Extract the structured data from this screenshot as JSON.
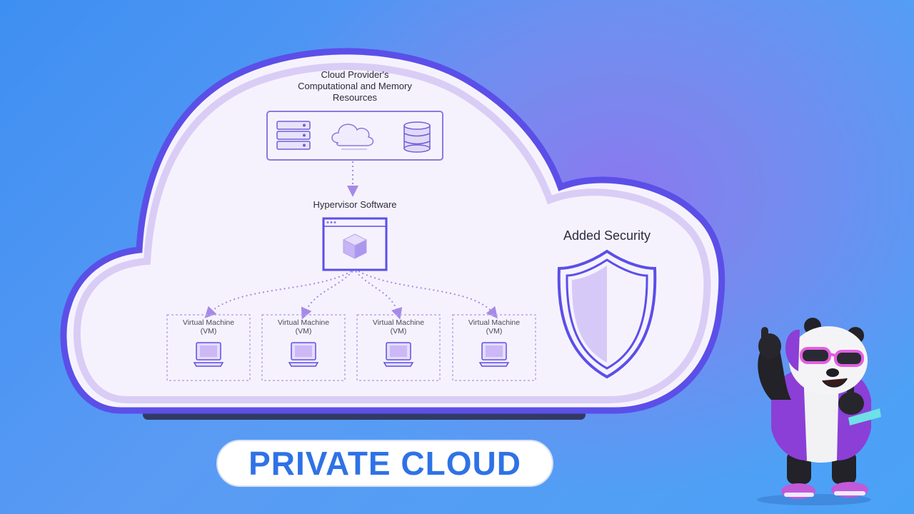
{
  "diagram": {
    "top_node": {
      "label": "Cloud Provider's\nComputational and Memory\nResources",
      "icons": [
        "server-rack-icon",
        "cloud-icon",
        "database-icon"
      ]
    },
    "hypervisor": {
      "label": "Hypervisor Software",
      "icon": "cube-icon"
    },
    "vms": [
      {
        "label": "Virtual Machine\n(VM)",
        "icon": "laptop-icon"
      },
      {
        "label": "Virtual Machine\n(VM)",
        "icon": "laptop-icon"
      },
      {
        "label": "Virtual Machine\n(VM)",
        "icon": "laptop-icon"
      },
      {
        "label": "Virtual Machine\n(VM)",
        "icon": "laptop-icon"
      }
    ],
    "security": {
      "label": "Added Security",
      "icon": "shield-icon"
    }
  },
  "banner": {
    "title": "PRIVATE CLOUD"
  },
  "mascot": {
    "icon": "panda-mascot-icon"
  },
  "colors": {
    "background": "#4a96f2",
    "cloud_fill": "#f6f2fd",
    "cloud_border": "#5b4fe8",
    "accent_purple": "#9a7fe6",
    "banner_text": "#2f72e6"
  }
}
